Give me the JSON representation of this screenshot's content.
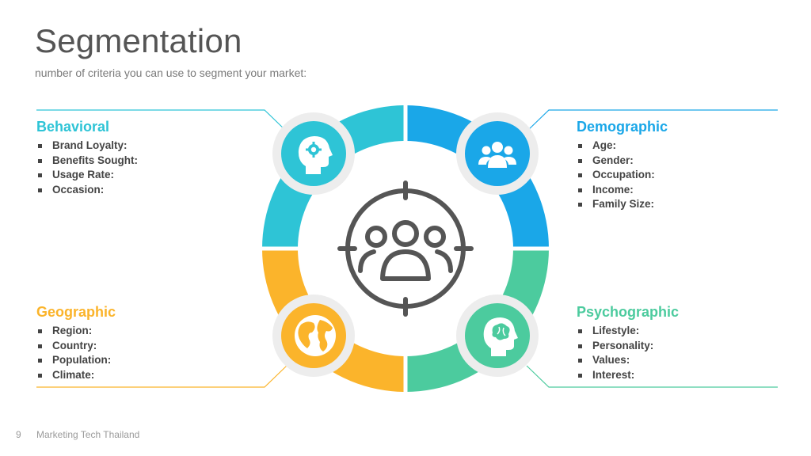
{
  "slide": {
    "title": "Segmentation",
    "subtitle": "number of criteria you can use to segment your market:",
    "page_number": "9",
    "footer": "Marketing Tech Thailand"
  },
  "segments": {
    "behavioral": {
      "heading": "Behavioral",
      "color": "#2EC4D6",
      "icon": "head-gear-icon",
      "items": [
        "Brand Loyalty:",
        "Benefits Sought:",
        "Usage Rate:",
        "Occasion:"
      ]
    },
    "demographic": {
      "heading": "Demographic",
      "color": "#1AA7E8",
      "icon": "people-group-icon",
      "items": [
        "Age:",
        "Gender:",
        "Occupation:",
        "Income:",
        "Family Size:"
      ]
    },
    "geographic": {
      "heading": "Geographic",
      "color": "#FBB42B",
      "icon": "globe-icon",
      "items": [
        "Region:",
        "Country:",
        "Population:",
        "Climate:"
      ]
    },
    "psychographic": {
      "heading": "Psychographic",
      "color": "#4CCB9E",
      "icon": "head-brain-icon",
      "items": [
        "Lifestyle:",
        "Personality:",
        "Values:",
        "Interest:"
      ]
    }
  },
  "center": {
    "icon": "target-audience-icon",
    "color": "#555555"
  },
  "colors": {
    "title": "#555555",
    "bullet_text": "#444444",
    "icon_ring": "#EDEDED"
  }
}
